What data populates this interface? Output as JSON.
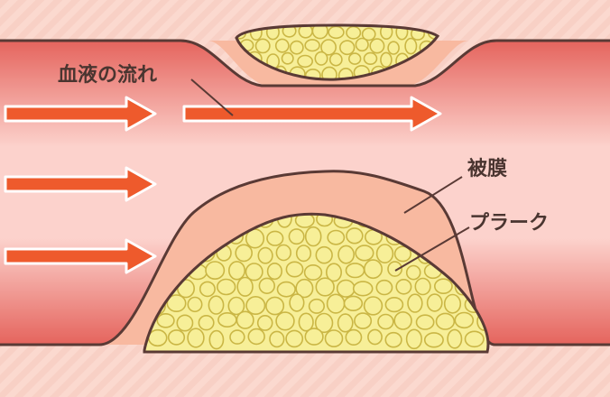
{
  "labels": {
    "blood_flow": "血液の流れ",
    "membrane": "被膜",
    "plaque": "プラーク"
  },
  "colors": {
    "vessel_wall": "#fbd9cf",
    "wall_pattern": "#f6c7bb",
    "lumen_edge": "#e5645d",
    "lumen_center": "#fcd2cc",
    "membrane": "#f8b9a0",
    "plaque_fill": "#f7ef98",
    "plaque_cell_stroke": "#cab645",
    "outline": "#5a3a35",
    "arrow_fill": "#ee5a2c",
    "arrow_stroke": "#ffffff"
  }
}
